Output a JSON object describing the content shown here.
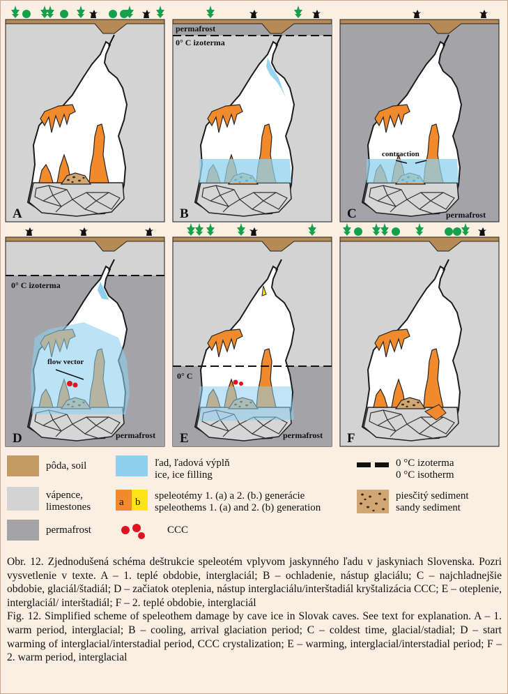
{
  "panels": [
    {
      "id": "A",
      "label": "A",
      "zone": "",
      "isotherm_label": "",
      "annotation": ""
    },
    {
      "id": "B",
      "label": "B",
      "zone": "permafrost",
      "isotherm_label": "0° C izoterma",
      "annotation": ""
    },
    {
      "id": "C",
      "label": "C",
      "zone": "permafrost",
      "isotherm_label": "",
      "annotation": "contraction"
    },
    {
      "id": "D",
      "label": "D",
      "zone": "permafrost",
      "isotherm_label": "0° C izoterma",
      "annotation": "flow vector"
    },
    {
      "id": "E",
      "label": "E",
      "zone": "permafrost",
      "isotherm_label": "0° C",
      "annotation": ""
    },
    {
      "id": "F",
      "label": "F",
      "zone": "",
      "isotherm_label": "",
      "annotation": ""
    }
  ],
  "legend": {
    "soil": {
      "line1": "pôda, soil",
      "color": "#c49a63"
    },
    "ice": {
      "line1": "ľad, ľadová výplň",
      "line2": "ice, ice filling",
      "color": "#8ed0ee"
    },
    "isotherm": {
      "line1": "0 °C izoterma",
      "line2": "0 °C isotherm"
    },
    "limestone": {
      "line1": "vápence,",
      "line2": "limestones",
      "color": "#d3d3d3"
    },
    "speleothems": {
      "line1": "speleotémy 1. (a) a 2. (b.) generácie",
      "line2": "speleothems 1. (a) and 2. (b) generation",
      "swatch_a": "a",
      "swatch_b": "b",
      "color_a": "#f08a2c",
      "color_b": "#ffe318"
    },
    "sand": {
      "line1": "piesčitý sediment",
      "line2": "sandy sediment",
      "color": "#d0a672"
    },
    "permafrost": {
      "line1": "permafrost",
      "color": "#a4a4a8"
    },
    "ccc": {
      "line1": "CCC",
      "color": "#e2121e"
    }
  },
  "caption": {
    "sk": "Obr. 12. Zjednodušená schéma deštrukcie speleotém vplyvom jaskynného ľadu v jaskyniach Slovenska. Pozri vysvetlenie v texte. A – 1. teplé obdobie, interglaciál; B – ochladenie, nástup glaciálu; C – najchladnejšie obdobie, glaciál/štadiál; D – začiatok oteplenia, nástup interglaciálu/interštadiál kryštalizácia CCC; E – oteplenie, interglaciál/ interštadiál; F – 2. teplé obdobie, interglaciál",
    "en": "Fig. 12. Simplified scheme of speleothem damage by cave ice in Slovak caves. See text for explanation. A – 1. warm period, interglacial; B – cooling, arrival glaciation period; C – coldest time, glacial/stadial; D – start warming of interglacial/interstadial period, CCC crystalization; E – warming, interglacial/interstadial period; F – 2. warm period, interglacial"
  }
}
